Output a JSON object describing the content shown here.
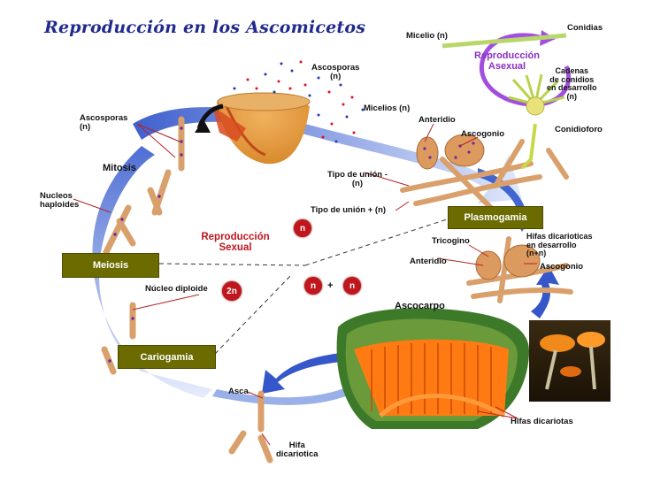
{
  "title": "Reproducción en los Ascomicetos",
  "labels": {
    "ascosporas_top": "Ascosporas\n(n)",
    "ascosporas_left": "Ascosporas\n(n)",
    "micelios": "Micelios (n)",
    "micelio_top": "Micelio (n)",
    "conidias": "Conidias",
    "cadenas": "Cadenas\nde conidios\nen desarrollo\n(n)",
    "conidioforo": "Conidioforo",
    "anteridio_top": "Anteridio",
    "ascogonio_top": "Ascogonio",
    "tipo_menos": "Tipo de unión -\n(n)",
    "tipo_mas": "Tipo de unión + (n)",
    "mitosis": "Mitosis",
    "nucleos": "Nucleos\nhaploides",
    "tricogino": "Tricogino",
    "anteridio_mid": "Anteridio",
    "hifas_desarrollo": "Hifas dicarioticas\nen desarrollo\n(n+n)",
    "ascogonio_mid": "Ascogonio",
    "nucleo_diploide": "Núcleo diploide",
    "ascocarpo": "Ascocarpo",
    "asca": "Asca",
    "hifa_dicariotica": "Hifa\ndicariotica",
    "hifas_dicariotas": "Hifas dicariotas"
  },
  "stages": {
    "meiosis": "Meiosis",
    "plasmogamia": "Plasmogamia",
    "cariogamia": "Cariogamia"
  },
  "reproduccion_sexual": "Reproducción\nSexual",
  "reproduccion_asexual": "Reproducción\nAsexual",
  "badges": {
    "n": "n",
    "n1": "n",
    "plus": "+",
    "n2": "n",
    "two_n": "2n"
  },
  "colors": {
    "title": "#1f2a8c",
    "arrow_blue": "#3a5fd0",
    "stage_box": "#6b6b00",
    "badge_red": "#c0161d",
    "asexual_purple": "#8a2fc2",
    "hyphae": "#d9a06b",
    "ascocarp_orange": "#ff7a12",
    "ascocarp_green": "#3c7a2a"
  }
}
